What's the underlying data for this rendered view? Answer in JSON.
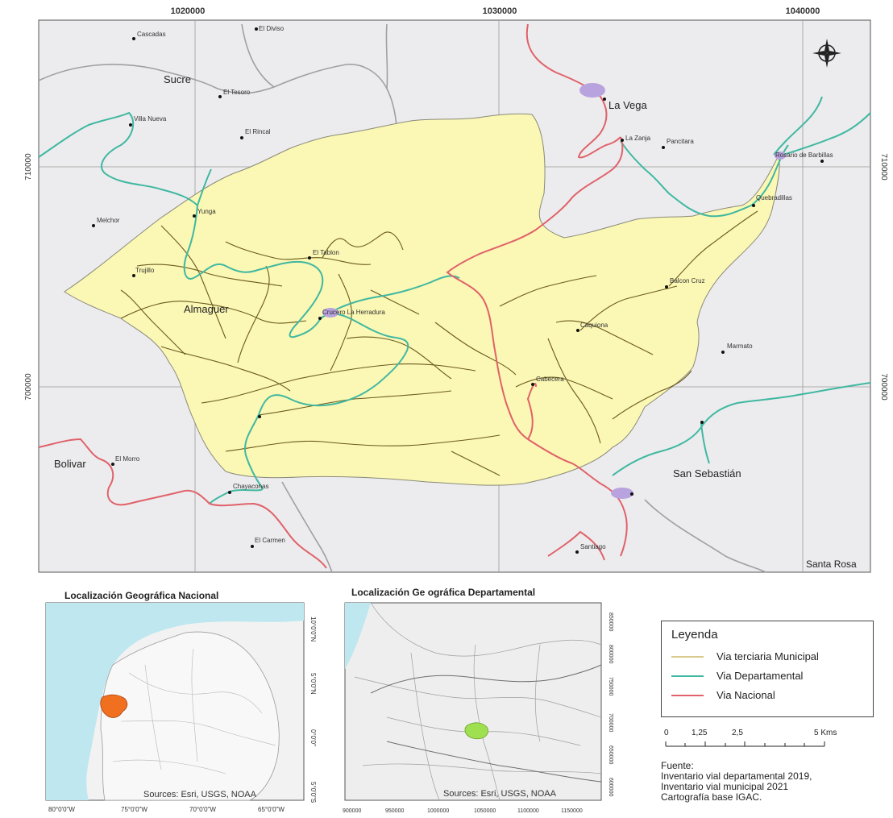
{
  "colors": {
    "municipality_fill": "#fbf7b4",
    "tertiary_road": "#6b5b1f",
    "departmental_road": "#3fb8a1",
    "national_road": "#e0626a",
    "boundary": "#a0a0a0",
    "urban": "#b9a3df",
    "inset_highlight_national": "#f07020",
    "inset_highlight_department": "#9fe050",
    "water": "#bfe7ef"
  },
  "main_map": {
    "top_ticks": [
      "1020000",
      "1030000",
      "1040000"
    ],
    "side_ticks": [
      "710000",
      "700000"
    ],
    "municipalities": [
      "Sucre",
      "Almaguer",
      "Bolivar",
      "San Sebastián",
      "La Vega",
      "Santa Rosa"
    ],
    "places": {
      "cascadas": "Cascadas",
      "el_diviso": "El Diviso",
      "el_tesoro": "El Tesoro",
      "villa_nueva": "Villa Nueva",
      "el_rincal": "El Rincal",
      "melchor": "Melchor",
      "yunga": "Yunga",
      "el_tablon": "El Tablon",
      "trujillo": "Trujillo",
      "crucero": "Crucero La Herradura",
      "la_zanja": "La Zanja",
      "penchera": "Pancitara",
      "barbillas": "Rosario de Barbillas",
      "quebradillas": "Quebradillas",
      "balcon_cruz": "Balcon Cruz",
      "caquiona": "Caquiona",
      "marmato": "Marmato",
      "cabecera": "Cabecera",
      "el_morro": "El Morro",
      "chayaconas": "Chayaconas",
      "el_carmen": "El Carmen",
      "santiago": "Santiago"
    }
  },
  "inset_national": {
    "title": "Localización Geográfica Nacional",
    "source": "Sources: Esri, USGS, NOAA",
    "right_ticks": [
      "10°0'0\"N",
      "5°0'0\"N",
      "0°0'0\"",
      "5°0'0\"S"
    ],
    "bottom_ticks": [
      "80°0'0\"W",
      "75°0'0\"W",
      "70°0'0\"W",
      "65°0'0\"W"
    ]
  },
  "inset_department": {
    "title": "Localización Ge ográfica Departamental",
    "source": "Sources: Esri, USGS, NOAA",
    "right_ticks": [
      "850000",
      "800000",
      "750000",
      "700000",
      "650000",
      "600000"
    ],
    "bottom_ticks": [
      "900000",
      "950000",
      "1000000",
      "1050000",
      "1100000",
      "1150000"
    ]
  },
  "legend": {
    "title": "Leyenda",
    "items": [
      {
        "label": "Via terciaria Municipal",
        "color": "#6b5b1f"
      },
      {
        "label": "Via Departamental",
        "color": "#3fb8a1"
      },
      {
        "label": "Via Nacional",
        "color": "#e0626a"
      }
    ]
  },
  "scale_bar": {
    "labels": [
      "0",
      "1,25",
      "2,5",
      "5 Kms"
    ]
  },
  "source_note": {
    "heading": "Fuente:",
    "line1": "Inventario vial departamental 2019,",
    "line2": "Inventario vial municipal 2021",
    "line3": "Cartografía base IGAC."
  }
}
